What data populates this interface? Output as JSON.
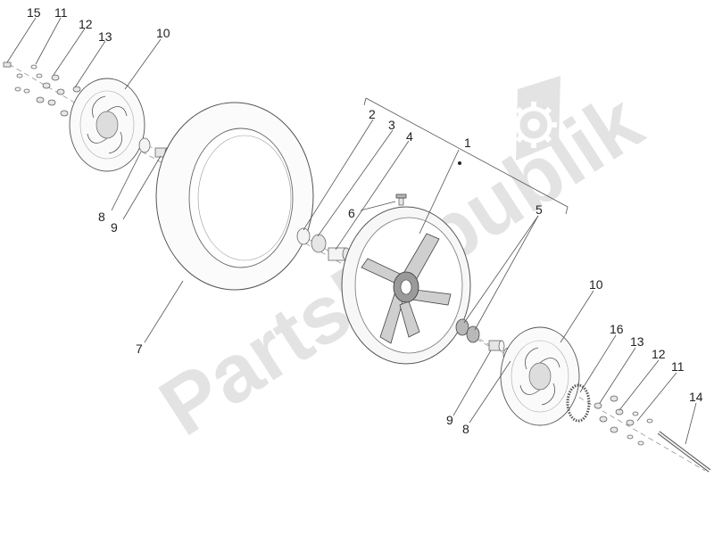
{
  "watermark": {
    "text": "PartsRepublik",
    "gear": "gear-icon"
  },
  "callouts": [
    {
      "id": "c15a",
      "text": "15"
    },
    {
      "id": "c11a",
      "text": "11"
    },
    {
      "id": "c12a",
      "text": "12"
    },
    {
      "id": "c13a",
      "text": "13"
    },
    {
      "id": "c10a",
      "text": "10"
    },
    {
      "id": "c2",
      "text": "2"
    },
    {
      "id": "c3",
      "text": "3"
    },
    {
      "id": "c4",
      "text": "4"
    },
    {
      "id": "c1",
      "text": "1"
    },
    {
      "id": "c6",
      "text": "6"
    },
    {
      "id": "c5",
      "text": "5"
    },
    {
      "id": "c8a",
      "text": "8"
    },
    {
      "id": "c9a",
      "text": "9"
    },
    {
      "id": "c7",
      "text": "7"
    },
    {
      "id": "c10b",
      "text": "10"
    },
    {
      "id": "c16",
      "text": "16"
    },
    {
      "id": "c13b",
      "text": "13"
    },
    {
      "id": "c12b",
      "text": "12"
    },
    {
      "id": "c11b",
      "text": "11"
    },
    {
      "id": "c14",
      "text": "14"
    },
    {
      "id": "c9b",
      "text": "9"
    },
    {
      "id": "c8b",
      "text": "8"
    }
  ]
}
